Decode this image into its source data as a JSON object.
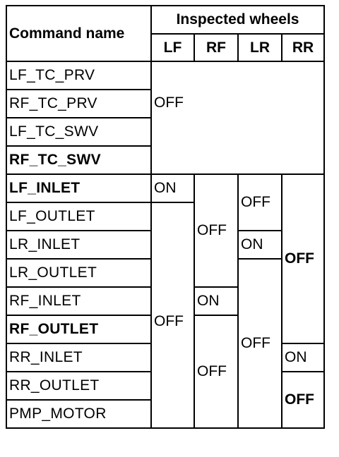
{
  "header": {
    "command_name": "Command name",
    "inspected_wheels": "Inspected wheels",
    "wheels": [
      "LF",
      "RF",
      "LR",
      "RR"
    ]
  },
  "rows": [
    {
      "command": "LF_TC_PRV"
    },
    {
      "command": "RF_TC_PRV"
    },
    {
      "command": "LF_TC_SWV"
    },
    {
      "command": "RF_TC_SWV"
    },
    {
      "command": "LF_INLET"
    },
    {
      "command": "LF_OUTLET"
    },
    {
      "command": "LR_INLET"
    },
    {
      "command": "LR_OUTLET"
    },
    {
      "command": "RF_INLET"
    },
    {
      "command": "RF_OUTLET"
    },
    {
      "command": "RR_INLET"
    },
    {
      "command": "RR_OUTLET"
    },
    {
      "command": "PMP_MOTOR"
    }
  ],
  "cells": {
    "valves_all_off": "OFF",
    "lf_inlet_lf": "ON",
    "lf_col_rest": "OFF",
    "rf_col_top": "OFF",
    "rf_inlet_rf": "ON",
    "rf_col_bottom": "OFF",
    "lr_col_top": "OFF",
    "lr_inlet_lr": "ON",
    "lr_col_bottom": "OFF",
    "rr_col_top": "OFF",
    "rr_inlet_rr": "ON",
    "rr_col_bottom": "OFF"
  }
}
